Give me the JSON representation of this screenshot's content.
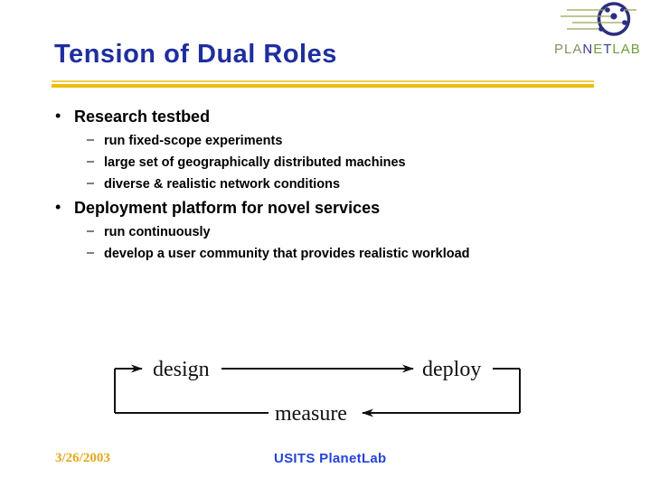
{
  "slide": {
    "title": "Tension of Dual Roles",
    "footer": {
      "date": "3/26/2003",
      "label": "USITS PlanetLab"
    }
  },
  "markers": {
    "l1": "•",
    "l2": "–"
  },
  "bullets": [
    {
      "label": "Research testbed",
      "sub": [
        "run fixed-scope experiments",
        "large set of geographically distributed machines",
        "diverse & realistic network conditions"
      ]
    },
    {
      "label": "Deployment platform for novel services",
      "sub": [
        "run continuously",
        "develop a user community that provides realistic workload"
      ]
    }
  ],
  "diagram": {
    "design": "design",
    "deploy": "deploy",
    "measure": "measure",
    "flow": "design -> deploy -> measure -> design"
  },
  "logo": {
    "letters": [
      {
        "ch": "P",
        "style": "color:#8a8e66"
      },
      {
        "ch": "L",
        "style": "color:#8a8e66"
      },
      {
        "ch": "A",
        "style": "color:#8a8e66"
      },
      {
        "ch": "N",
        "style": "color:#3a3e8c"
      },
      {
        "ch": "E",
        "style": "color:#6f9d3e"
      },
      {
        "ch": "T",
        "style": "color:#3a3e8c"
      },
      {
        "ch": "L",
        "style": "color:#6f9d3e"
      },
      {
        "ch": "A",
        "style": "color:#6f9d3e"
      },
      {
        "ch": "B",
        "style": "color:#6f9d3e"
      }
    ]
  },
  "colors": {
    "title_blue": "#1f2e9e",
    "rule_gold_thin": "#f3cf4a",
    "rule_gold_thick": "#eebd0e",
    "date_gold": "#e3a81c",
    "footer_blue": "#2543d9",
    "logo_navy": "#2b2f7f",
    "logo_green_line": "#9aa555",
    "body_text": "#000000"
  }
}
